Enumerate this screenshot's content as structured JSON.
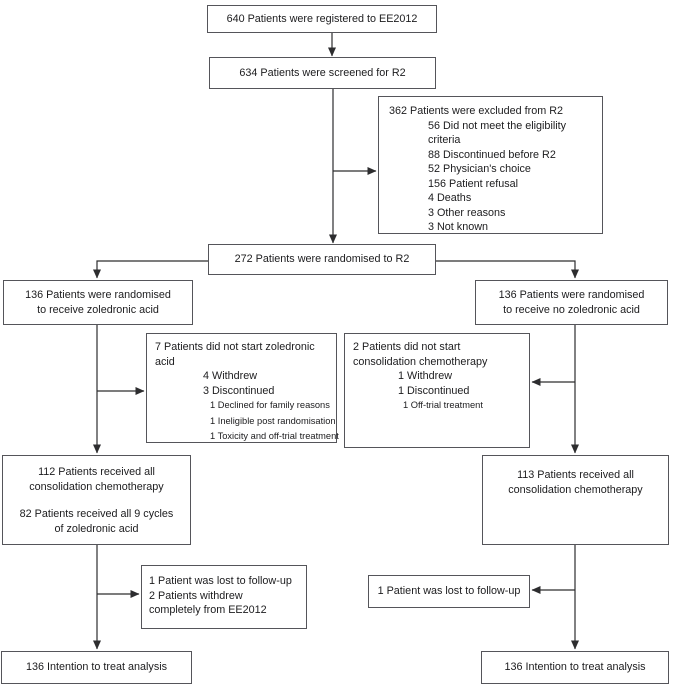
{
  "colors": {
    "background": "#ffffff",
    "box_border": "#55555a",
    "connector": "#2d2d2f",
    "text": "#1c1c1e"
  },
  "flow": {
    "registered": "640 Patients were registered to EE2012",
    "screened": "634 Patients were screened for R2",
    "excluded": {
      "title": "362 Patients were excluded from R2",
      "items": [
        "56 Did not meet the eligibility criteria",
        "88 Discontinued before R2",
        "52 Physician's choice",
        "156 Patient refusal",
        "4 Deaths",
        "3 Other reasons",
        "3 Not known"
      ]
    },
    "randomised": "272 Patients were randomised to R2",
    "arm_za": {
      "line1": "136 Patients were randomised",
      "line2": "to receive zoledronic acid"
    },
    "arm_noza": {
      "line1": "136 Patients were randomised",
      "line2": "to receive no zoledronic acid"
    },
    "notstart_za": {
      "title": "7 Patients did not start zoledronic acid",
      "items": [
        "4 Withdrew",
        "3 Discontinued"
      ],
      "subitems": [
        "1 Declined for family reasons",
        "1 Ineligible post randomisation",
        "1 Toxicity and off-trial treatment"
      ]
    },
    "notstart_noza": {
      "title": "2 Patients did not start consolidation chemotherapy",
      "items": [
        "1 Withdrew",
        "1 Discontinued"
      ],
      "subitems": [
        "1 Off-trial treatment"
      ]
    },
    "received_za": {
      "line1": "112 Patients received all",
      "line2": "consolidation chemotherapy",
      "line3": "82 Patients received all 9 cycles",
      "line4": "of zoledronic acid"
    },
    "received_noza": {
      "line1": "113 Patients received all",
      "line2": "consolidation chemotherapy"
    },
    "lost_za": {
      "line1": "1 Patient was lost to follow-up",
      "line2": "2 Patients withdrew",
      "line3": "completely from EE2012"
    },
    "lost_noza": "1 Patient was lost to follow-up",
    "itt_za": "136 Intention to treat analysis",
    "itt_noza": "136 Intention to treat analysis"
  }
}
